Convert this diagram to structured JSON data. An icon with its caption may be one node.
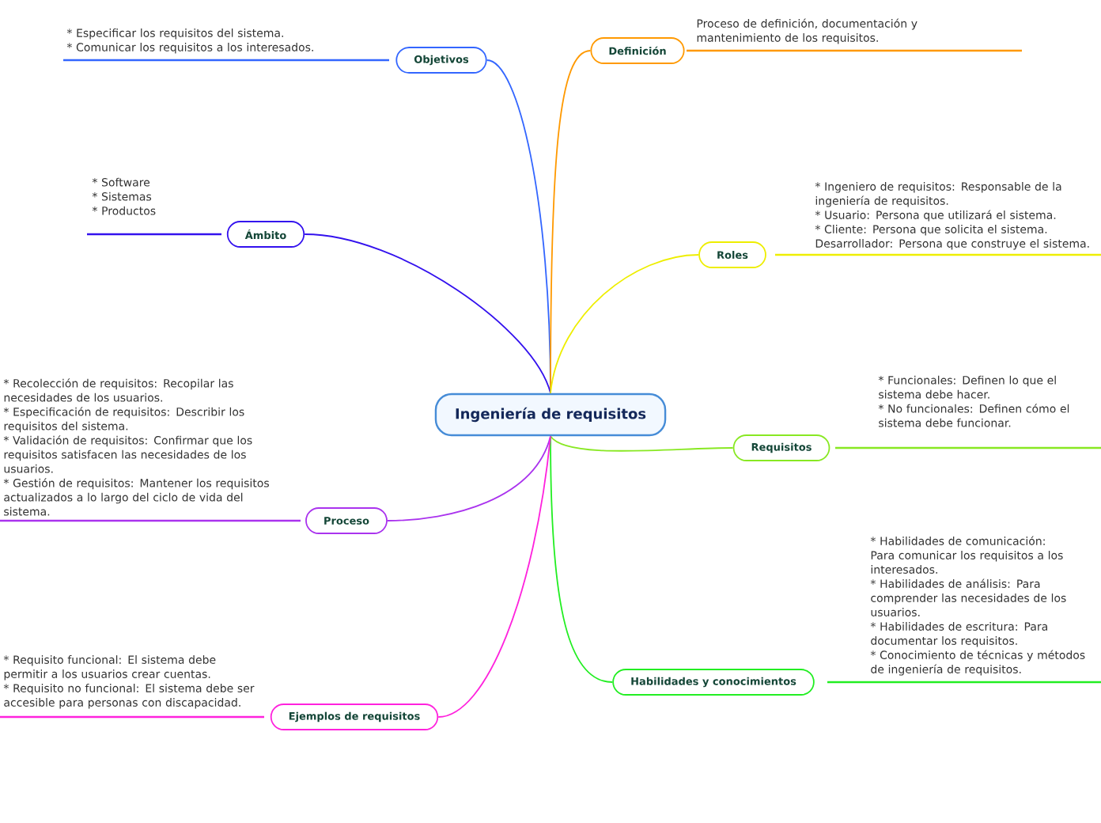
{
  "diagram": {
    "nodes": [
      {
        "text": [
          "Ingeniería de requisitos"
        ]
      },
      {
        "text": [
          "Objetivos"
        ],
        "beside": [
          "* Especificar los requisitos del sistema.",
          "* Comunicar los requisitos a los interesados."
        ]
      },
      {
        "text": [
          "Definición"
        ],
        "beside": [
          "Proceso de definición, documentación y mantenimiento de los requisitos."
        ]
      },
      {
        "text": [
          "Ámbito"
        ],
        "beside": [
          "* Software",
          "* Sistemas",
          "* Productos"
        ]
      },
      {
        "text": [
          "Roles"
        ],
        "beside": [
          "* Ingeniero de requisitos: Responsable de la ingeniería de requisitos.",
          "* Usuario: Persona que utilizará el sistema.",
          "* Cliente: Persona que solicita el sistema.",
          "Desarrollador: Persona que construye el sistema."
        ]
      },
      {
        "text": [
          "Requisitos"
        ],
        "beside": [
          "* Funcionales: Definen lo que el sistema debe hacer.",
          "* No funcionales: Definen cómo el sistema debe funcionar."
        ]
      },
      {
        "text": [
          "Proceso"
        ],
        "beside": [
          "* Recolección de requisitos: Recopilar las necesidades de los usuarios.",
          "* Especificación de requisitos: Describir los requisitos del sistema.",
          "* Validación de requisitos: Confirmar que los requisitos satisfacen las necesidades de los usuarios.",
          "* Gestión de requisitos: Mantener los requisitos actualizados a lo largo del ciclo de vida del sistema."
        ]
      },
      {
        "text": [
          "Habilidades y conocimientos"
        ],
        "beside": [
          "* Habilidades de comunicación: Para comunicar los requisitos a los interesados.",
          "* Habilidades de análisis: Para comprender las necesidades de los usuarios.",
          "* Habilidades de escritura: Para documentar los requisitos.",
          "* Conocimiento de técnicas y métodos de ingeniería de requisitos."
        ]
      },
      {
        "text": [
          "Ejemplos de requisitos"
        ],
        "beside": [
          "* Requisito funcional: El sistema debe permitir a los usuarios crear cuentas.",
          "* Requisito no funcional: El sistema debe ser accesible para personas con discapacidad."
        ]
      }
    ],
    "edges": [
      {
        "from": 0,
        "to": 1,
        "arrow": "none",
        "color": "#3366ff"
      },
      {
        "from": 0,
        "to": 2,
        "arrow": "none",
        "color": "#ff9900"
      },
      {
        "from": 0,
        "to": 3,
        "arrow": "none",
        "color": "#3311ee"
      },
      {
        "from": 0,
        "to": 4,
        "arrow": "none",
        "color": "#eeee00"
      },
      {
        "from": 0,
        "to": 5,
        "arrow": "none",
        "color": "#88e822"
      },
      {
        "from": 0,
        "to": 6,
        "arrow": "none",
        "color": "#aa33ee"
      },
      {
        "from": 0,
        "to": 7,
        "arrow": "none",
        "color": "#22ee22"
      },
      {
        "from": 0,
        "to": 8,
        "arrow": "none",
        "color": "#ff22dd"
      }
    ]
  }
}
